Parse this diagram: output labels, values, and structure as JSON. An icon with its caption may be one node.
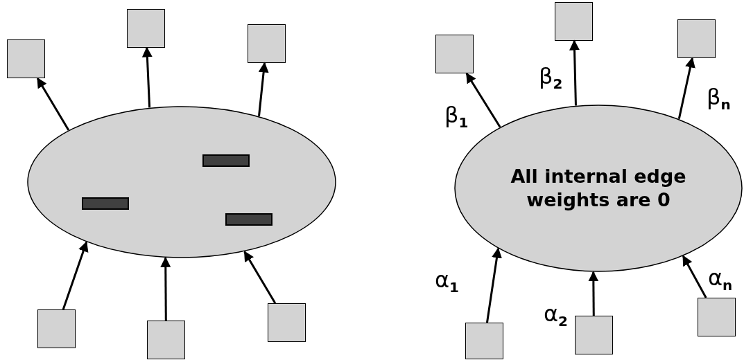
{
  "diagram": {
    "nodes": [
      {
        "text": [],
        "shape": "ellipse"
      },
      {
        "text": [],
        "shape": "bar",
        "in": 0
      },
      {
        "text": [],
        "shape": "bar",
        "in": 0
      },
      {
        "text": [],
        "shape": "bar",
        "in": 0
      },
      {
        "text": [],
        "shape": "box"
      },
      {
        "text": [],
        "shape": "box"
      },
      {
        "text": [],
        "shape": "box"
      },
      {
        "text": [],
        "shape": "box"
      },
      {
        "text": [],
        "shape": "box"
      },
      {
        "text": [],
        "shape": "box"
      },
      {
        "text": [
          "All internal edge weights are 0"
        ]
      },
      {
        "text": [],
        "shape": "box"
      },
      {
        "text": [],
        "shape": "box"
      },
      {
        "text": [],
        "shape": "box"
      },
      {
        "text": [],
        "shape": "box"
      },
      {
        "text": [],
        "shape": "box"
      },
      {
        "text": [],
        "shape": "box"
      }
    ],
    "edges": [
      {
        "from": 0,
        "to": 4,
        "arrow": "to"
      },
      {
        "from": 0,
        "to": 5,
        "arrow": "to"
      },
      {
        "from": 0,
        "to": 6,
        "arrow": "to"
      },
      {
        "from": 7,
        "to": 0,
        "arrow": "to"
      },
      {
        "from": 8,
        "to": 0,
        "arrow": "to"
      },
      {
        "from": 9,
        "to": 0,
        "arrow": "to"
      },
      {
        "from": 10,
        "to": 11,
        "arrow": "to",
        "label": "β$_{1}$"
      },
      {
        "from": 10,
        "to": 12,
        "arrow": "to",
        "label": "β$_{2}$"
      },
      {
        "from": 10,
        "to": 13,
        "arrow": "to",
        "label": "β$_{n}$"
      },
      {
        "from": 14,
        "to": 10,
        "arrow": "to",
        "label": "α$_{1}$"
      },
      {
        "from": 15,
        "to": 10,
        "arrow": "to",
        "label": "α$_{2}$"
      },
      {
        "from": 16,
        "to": 10,
        "arrow": "to",
        "label": "α$_{n}$"
      }
    ]
  }
}
